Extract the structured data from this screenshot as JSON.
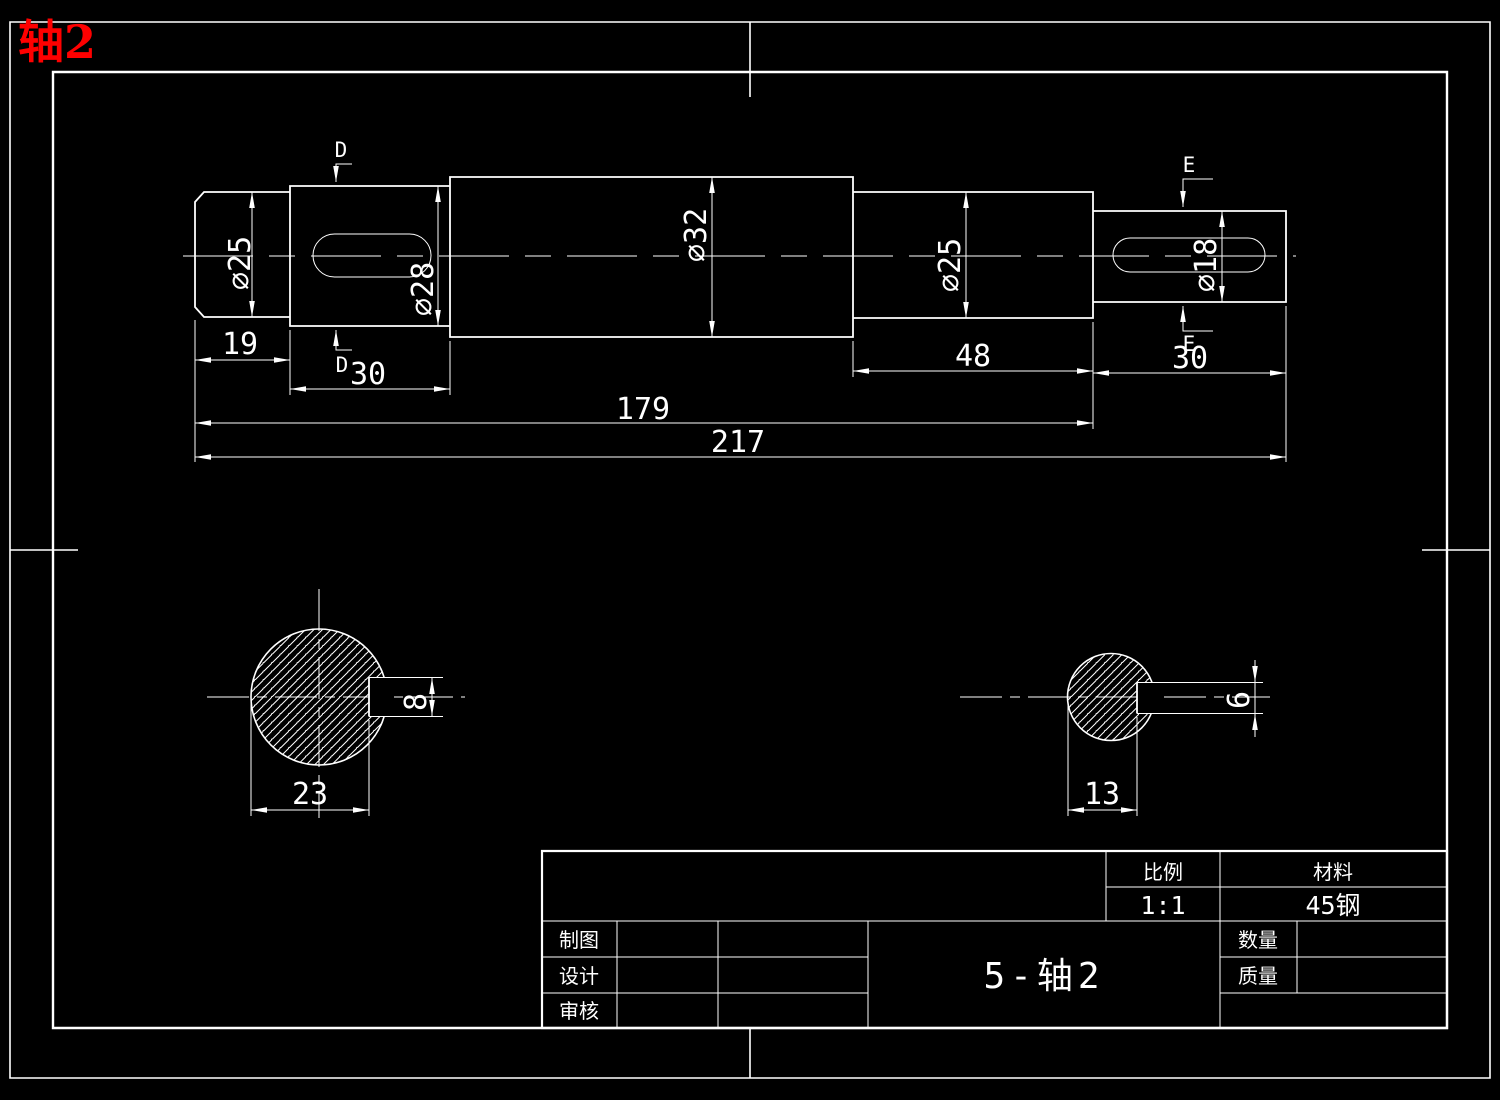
{
  "frame": {
    "drawing_title": "轴2"
  },
  "colors": {
    "background": "#000000",
    "line": "#ffffff",
    "title": "#ff0000"
  },
  "dims": {
    "len_19": "19",
    "len_30_left": "30",
    "len_48": "48",
    "len_30_right": "30",
    "len_179": "179",
    "len_217": "217",
    "dia_25_left": "⌀25",
    "dia_28": "⌀28",
    "dia_32": "⌀32",
    "dia_25_right": "⌀25",
    "dia_18": "⌀18",
    "key_width_8": "8",
    "key_offset_23": "23",
    "key_width_6": "6",
    "key_offset_13": "13"
  },
  "sections": {
    "d_label": "D",
    "e_label": "E"
  },
  "title_block": {
    "scale_label": "比例",
    "scale_value": "1:1",
    "material_label": "材料",
    "material_value": "45钢",
    "quantity_label": "数量",
    "mass_label": "质量",
    "drafted_label": "制图",
    "designed_label": "设计",
    "checked_label": "审核",
    "part_name": "5-轴2"
  }
}
